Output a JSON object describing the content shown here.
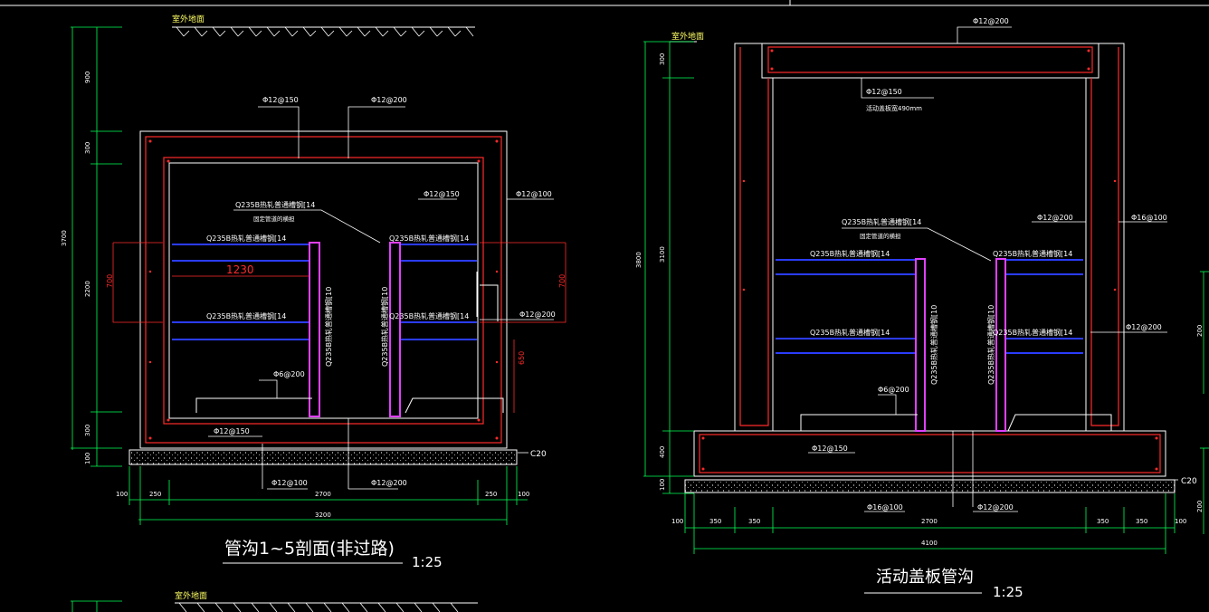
{
  "colors": {
    "concrete": "#ff2a2a",
    "steel": "#2a3cff",
    "channel": "#e040ff",
    "leader": "#ffffff",
    "dim": "#00ff55",
    "text": "#ffffff",
    "ground": "#ffff66",
    "left_line": "#ff2a2a"
  },
  "section1": {
    "ground_label": "室外地面",
    "top_rebar_1": "Φ12@150",
    "top_rebar_2": "Φ12@200",
    "bracket_label": "Q235B热轧普通槽钢[14",
    "bracket_sub": "固定管道的横担",
    "left_upper_beam": "Q235B热轧普通槽钢[14",
    "right_upper_beam": "Q235B热轧普通槽钢[14",
    "left_lower_beam": "Q235B热轧普通槽钢[14",
    "right_lower_beam": "Q235B热轧普通槽钢[14",
    "post_left": "Q235B热轧普通槽钢[10",
    "post_right": "Q235B热轧普通槽钢[10",
    "inner_wall_rebar": "Φ12@150",
    "outer_wall_rebar": "Φ12@100",
    "wall_rebar_lower": "Φ12@200",
    "span_1230": "1230",
    "dim_700_l": "700",
    "dim_700_r": "700",
    "dim_650": "650",
    "stirrup": "Φ6@200",
    "bottom_inner": "Φ12@150",
    "bottom_outer_1": "Φ12@100",
    "bottom_outer_2": "Φ12@200",
    "c20": "C20",
    "v_900": "900",
    "v_300a": "300",
    "v_2200": "2200",
    "v_300b": "300",
    "v_100": "100",
    "v_3700": "3700",
    "h_100a": "100",
    "h_250a": "250",
    "h_2700": "2700",
    "h_250b": "250",
    "h_100b": "100",
    "h_3200": "3200",
    "title": "管沟1~5剖面(非过路)",
    "scale": "1:25"
  },
  "section2": {
    "ground_label": "室外地面",
    "top_rebar": "Φ12@200",
    "cover_rebar": "Φ12@150",
    "cover_note": "活动盖板宽490mm",
    "bracket_label": "Q235B热轧普通槽钢[14",
    "bracket_sub": "固定管道的横担",
    "left_upper_beam": "Q235B热轧普通槽钢[14",
    "right_upper_beam": "Q235B热轧普通槽钢[14",
    "left_lower_beam": "Q235B热轧普通槽钢[14",
    "right_lower_beam": "Q235B热轧普通槽钢[14",
    "post_left": "Q235B热轧普通槽钢[10",
    "post_right": "Q235B热轧普通槽钢[10",
    "inner_wall_rebar": "Φ12@200",
    "outer_wall_rebar": "Φ16@100",
    "wall_rebar_lower": "Φ12@200",
    "stirrup": "Φ6@200",
    "bottom_inner": "Φ12@150",
    "bottom_outer_1": "Φ16@100",
    "bottom_outer_2": "Φ12@200",
    "c20": "C20",
    "v_300": "300",
    "v_3100": "3100",
    "v_400": "400",
    "v_100": "100",
    "v_3800": "3800",
    "v_right_200a": "200",
    "v_right_200b": "200",
    "h_100a": "100",
    "h_350a": "350",
    "h_350b": "350",
    "h_2700": "2700",
    "h_350c": "350",
    "h_350d": "350",
    "h_100b": "100",
    "h_4100": "4100",
    "title": "活动盖板管沟",
    "scale": "1:25"
  },
  "section3": {
    "ground_label": "室外地面"
  }
}
